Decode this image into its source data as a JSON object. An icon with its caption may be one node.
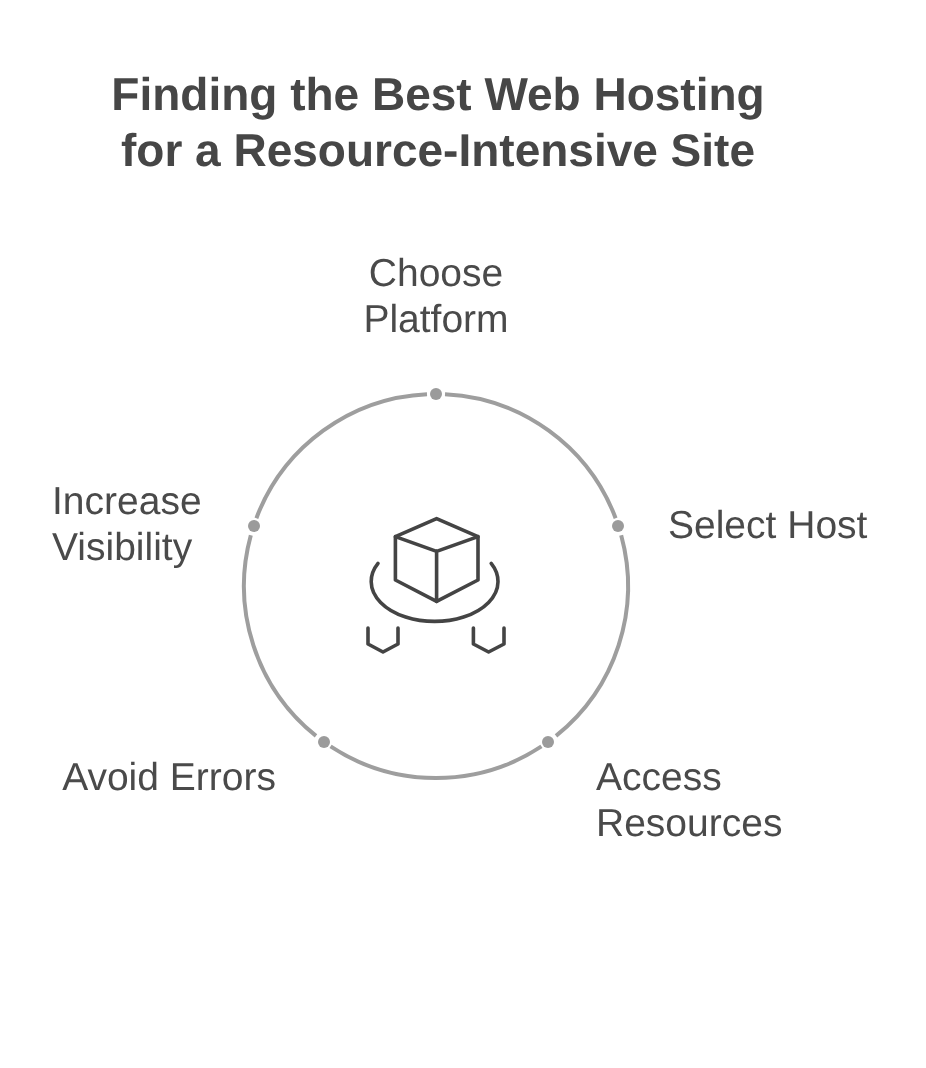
{
  "diagram": {
    "title": "Finding the Best Web Hosting for a Resource-Intensive Site",
    "nodes": [
      {
        "text": [],
        "shape": "circle",
        "beside": [
          "Choose Platform"
        ]
      },
      {
        "text": [],
        "shape": "circle",
        "beside": [
          "Select Host"
        ]
      },
      {
        "text": [],
        "shape": "circle",
        "beside": [
          "Access Resources"
        ]
      },
      {
        "text": [],
        "shape": "circle",
        "beside": [
          "Avoid Errors"
        ]
      },
      {
        "text": [],
        "shape": "circle",
        "beside": [
          "Increase Visibility"
        ]
      }
    ],
    "edges": [
      {
        "from": 0,
        "to": 1,
        "arrow": "none"
      },
      {
        "from": 1,
        "to": 2,
        "arrow": "none"
      },
      {
        "from": 2,
        "to": 3,
        "arrow": "none"
      },
      {
        "from": 3,
        "to": 4,
        "arrow": "none"
      },
      {
        "from": 4,
        "to": 0,
        "arrow": "none"
      }
    ]
  }
}
